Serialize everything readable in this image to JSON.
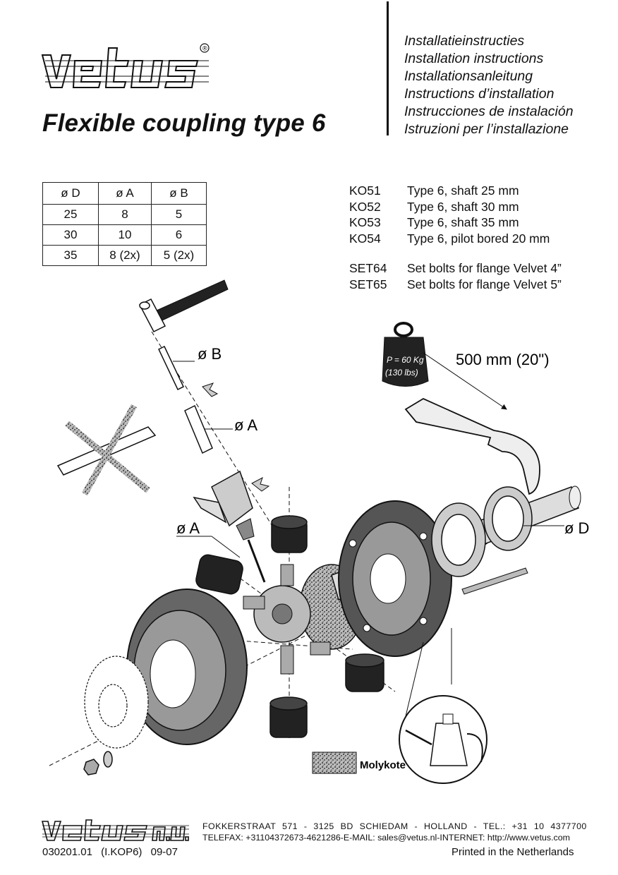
{
  "brand": {
    "logo_text": "vetus",
    "registered_mark": "®",
    "footer_logo_text": "vetus n.v."
  },
  "document": {
    "title": "Flexible coupling type 6",
    "languages": [
      "Installatieinstructies",
      "Installation instructions",
      "Installationsanleitung",
      "Instructions d’installation",
      "Instrucciones de instalación",
      "Istruzioni per l’installazione"
    ]
  },
  "dimensions_table": {
    "headers": [
      "ø D",
      "ø A",
      "ø B"
    ],
    "rows": [
      [
        "25",
        "8",
        "5"
      ],
      [
        "30",
        "10",
        "6"
      ],
      [
        "35",
        "8 (2x)",
        "5 (2x)"
      ]
    ]
  },
  "parts": [
    {
      "code": "KO51",
      "description": "Type 6, shaft 25 mm"
    },
    {
      "code": "KO52",
      "description": "Type 6, shaft 30 mm"
    },
    {
      "code": "KO53",
      "description": "Type 6, shaft 35 mm"
    },
    {
      "code": "KO54",
      "description": "Type 6, pilot bored 20 mm"
    },
    {
      "code": "SET64",
      "description": "Set bolts for flange Velvet 4”"
    },
    {
      "code": "SET65",
      "description": "Set bolts for flange Velvet 5”"
    }
  ],
  "illustration": {
    "label_b": "ø B",
    "label_a_pin": "ø A",
    "label_a_drill": "ø A",
    "label_d": "ø D",
    "lever_length": "500 mm (20\")",
    "weight_line1": "P = 60 Kg",
    "weight_line2": "(130 lbs)",
    "lubricant": "Molykote"
  },
  "footer": {
    "address_line1": "FOKKERSTRAAT 571 - 3125 BD SCHIEDAM - HOLLAND - TEL.: +31 10 4377700",
    "address_line2": "TELEFAX: +31104372673-4621286-E-MAIL: sales@vetus.nl-INTERNET: http://www.vetus.com",
    "doc_number": "030201.01",
    "doc_ref": "(I.KOP6)",
    "doc_date": "09-07",
    "printed": "Printed in the Netherlands"
  }
}
